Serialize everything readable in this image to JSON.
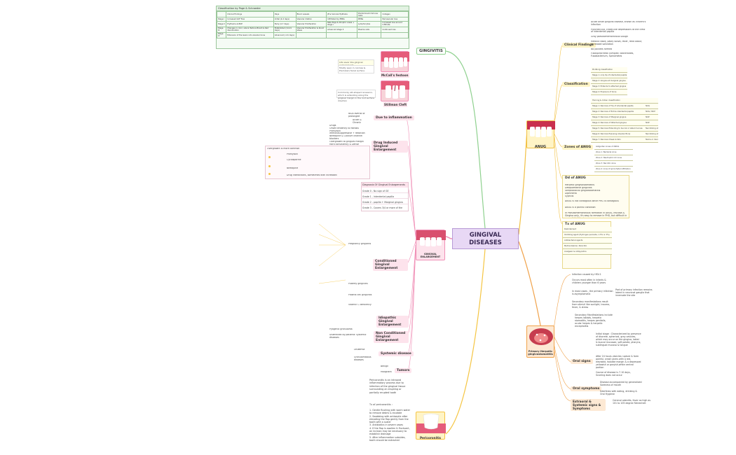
{
  "center": {
    "title_line1": "GINGIVAL",
    "title_line2": "DISEASES"
  },
  "gingivitis": {
    "label": "GINGIVITIS",
    "table_title": "Classification by Page & Schroeder",
    "table_headers": [
      "",
      "Clinical Findings",
      "Days",
      "Blood vessels",
      "JE & Sulcular Epithelia",
      "Predominant immune Cells",
      "Collagen"
    ],
    "table_rows": [
      [
        "Stage I",
        "Increased GCF flow",
        "Initial (2-4 days)",
        "Vascular dilation",
        "Infiltrated by PMNs",
        "PMNs",
        "Perivascular loss"
      ],
      [
        "Stage II",
        "Erythema & BOP",
        "Early (4-7 days)",
        "Vascular Proliferation",
        "Rete Pegs & Atrophic areas + stage I",
        "Lymphocytes",
        "Increased loss around Infiltrate"
      ],
      [
        "Stage III",
        "Changes in color, size & Texture Bluish & Red discoloration",
        "Established (14-21 days)",
        "Vascular Proliferation & blood stasis",
        "Advanced stage II",
        "Plasma cells",
        "Continued loss"
      ],
      [
        "Stage IV",
        "Extension of the lesion into alveolar bone",
        "Advanced (>21 days)",
        "",
        "",
        "",
        ""
      ]
    ],
    "mccall_label": "McCall's festoon",
    "mccall_notes": [
      "Life saver like gingival enlargements",
      "Mostly seen in canines & Premolars facial surface"
    ],
    "stillman_label": "Stillman Cleft",
    "stillman_notes": [
      "Commonly slit-shaped recession, which is extending along the gingival margin in the root surface direction"
    ]
  },
  "enlargement": {
    "label_line1": "GINGIVAL",
    "label_line2": "ENLARGEMENT",
    "due_to_inflammation": "Due to inflammation",
    "due_items": [
      "NSAI overall or prolonged",
      "Acute & Chronic"
    ],
    "drug_induced": "Drug Induced Gingival Enlargement",
    "drug_items": [
      "Drugs",
      "Onset tendency to fibrosis",
      "Phenytoin",
      "Immunosuppressive + Reaction",
      "Nifedipine & Calcium channel blockers",
      "Overgrowth at gingival margin",
      "Hard consistency & Dense"
    ],
    "drug_table": [
      "Overgrowth is more common",
      "Phenytoin",
      "Cyclosporine",
      "Nifedipine",
      "Drug interactions, sometimes with increased"
    ],
    "diagnosis_title": "Diagnosis Of Gingival Enlargements",
    "diagnosis_rows": [
      "Grade 0 - No sign of GE",
      "Grade 1 - Interdental papilla",
      "Grade 2 - papilla + Marginal gingiva",
      "Grade 3 - Covers 3/4 or more of the crown"
    ],
    "conditioned": "Conditioned Gingival Enlargement",
    "conditioned_items": [
      "Pregnancy gingivitis",
      "Puberty gingivitis",
      "Vitamin C deficiency",
      "Plasma cell gingivitis"
    ],
    "idiopathic": "Idiopathic Gingival Enlargement",
    "non_conditioned": "Non Conditioned Gingival Enlargement",
    "non_conditioned_items": [
      "Pyogenic granuloma",
      "Unaffected by patients' systemic diseases"
    ],
    "systemic": "Systemic disease",
    "systemic_items": [
      "Leukemia",
      "Granulomatous diseases"
    ],
    "tumors": "Tumors",
    "tumor_items": [
      "Benign",
      "Malignant"
    ]
  },
  "pericoronitis": {
    "label": "Pericoronitis",
    "description": "Pericoronitis is an intraoral inflammatory process due to infection of the gingival tissue surrounding an erupting or partially erupted tooth",
    "tx_title": "Tx of pericoronitis :",
    "tx_items": [
      "1. Gentle flushing with warm water to remove debris & exudate",
      "2. Swabbing with antiseptic after elevating the flap gently from the tooth with a scaler",
      "3. Antibiotics in severe cases",
      "4. If the flap is swollen & fluctuant, an incision may be necessary to establish drainage",
      "5. After inflammation subsides, tooth should be extracted"
    ]
  },
  "anug": {
    "label": "ANUG",
    "clinical_findings": "Clinical Findings",
    "clinical_items": [
      "Acute onset gingival disease, known as Vincent's infection",
      "Punched out, crater-like depressions at the crest of interdental papilla",
      "Gray pseudomembranous slough",
      "Metallic taste, pasty saliva, fever, fetid odour, increased salivation",
      "No pockets formed",
      "Fusospirochetal complex: Bacteroides, Fusobacterium, Spirochetes"
    ],
    "classification": "Classification",
    "classification_items": [
      "Pindborg classification",
      "Stage 1: only tip of interdental papilla",
      "Stage 2: Gingiva at marginal gingiva",
      "Stage 3: Extends to attached gingiva",
      "Stage 4: Exposure of bone"
    ],
    "horning": "Horning & Cohen classification",
    "horning_rows": [
      [
        "Stage 1: Necrosis of Tip of interdental papilla",
        "NUG"
      ],
      [
        "Stage 2: Necrosis of Entire interdental papilla",
        "NUG / NUP"
      ],
      [
        "Stage 3: Necrosis of Marginal gingiva",
        "NUP"
      ],
      [
        "Stage 4: Necrosis of Attached gingiva",
        "NUP"
      ],
      [
        "Stage 5: Necrosis Extending to buccal or labial mucosa",
        "Necrotizing stomatitis"
      ],
      [
        "Stage 6: Necrosis Exposing Alveolar Bone",
        "Necrotizing stomatitis"
      ],
      [
        "Stage 7: Necrosis Cheek & Skin",
        "Noma or Cancrum oris"
      ]
    ],
    "zones": "Zones of ANUG",
    "zone_items": [
      "Listgarten zones of ANUG",
      "Zone 1: Bacterial zone",
      "Zone 2: Neutrophil rich zone",
      "Zone 3: Necrotic zone",
      "Zone 4: zone of spirochetal infiltration"
    ],
    "ddx": "Dd of ANUG",
    "ddx_items": [
      "Herpetic gingivostomatitis",
      "Desquamative gingivitis",
      "Streptococcal gingivostomatitis",
      "Diphtheria",
      "Syphilis",
      "ANUG is not contagious while PHG is contagious",
      "ANUG is a painful condition",
      "In Pseudomembranous formation in ANUG, Mucosa & Gingiva only, it's easy to remove in PHG, but difficult in case of diphtheria"
    ],
    "tx": "Tx of ANUG",
    "tx_items": [
      "Debridement",
      "Oxidizing agent (Hydrogen peroxide, 1.5% or 3%)",
      "Antibacterial agents",
      "Metronidazole / Penicillin",
      "Analgesic & Antipyretics"
    ]
  },
  "phg": {
    "label_line1": "Primary Herpetic",
    "label_line2": "gingivostomatitis",
    "intro": "Infection caused by HSV-1",
    "intro_items": [
      "Occurs most often in infants & children younger than 6 years",
      "In most cases , the primary infection is asymptomatic",
      "Secondary manifestations result from stimuli like sunlight, trauma, fever, & stress",
      "Secondary Manifestations include herpes labialis, herpetic stomatitis, herpes genitalis, ocular herpes & herpetic encephalitis"
    ],
    "latent_note": "Part of primary infection remains latent in neuronal ganglia that innervate the site",
    "oral_signs": "Oral signs",
    "oral_sign_items": [
      "Initial stage : Characterized by presence of discrete, spherical, gray vesicles, which may occur on the gingiva, labial & buccal mucosae, soft palate, pharynx, sublingual mucosa & tongue",
      "After 24 hours vesicles rupture & form painful, small ulcers with a red, elevated, halolike margin & a depressed yellowish or grayish-white central portion",
      "Course of disease is 7-10 days, Scarring does not occur"
    ],
    "oral_symptoms": "Oral symptoms",
    "oral_symptom_items": [
      "Disease accompanied by generalized Soreness of mouth",
      "Interferes with eating, drinking & Oral Hygiene"
    ],
    "extraoral": "Extraoral & Systemic signs & Symptoms",
    "extraoral_items": [
      "Cervical adenitis, fever as high as 101 to 105 degree Fahrenheit"
    ]
  },
  "colors": {
    "gingivitis": "#8fd18f",
    "enlargement": "#f08fb6",
    "peri": "#f5c542",
    "anug": "#f2c144",
    "phg": "#f0a24a"
  }
}
